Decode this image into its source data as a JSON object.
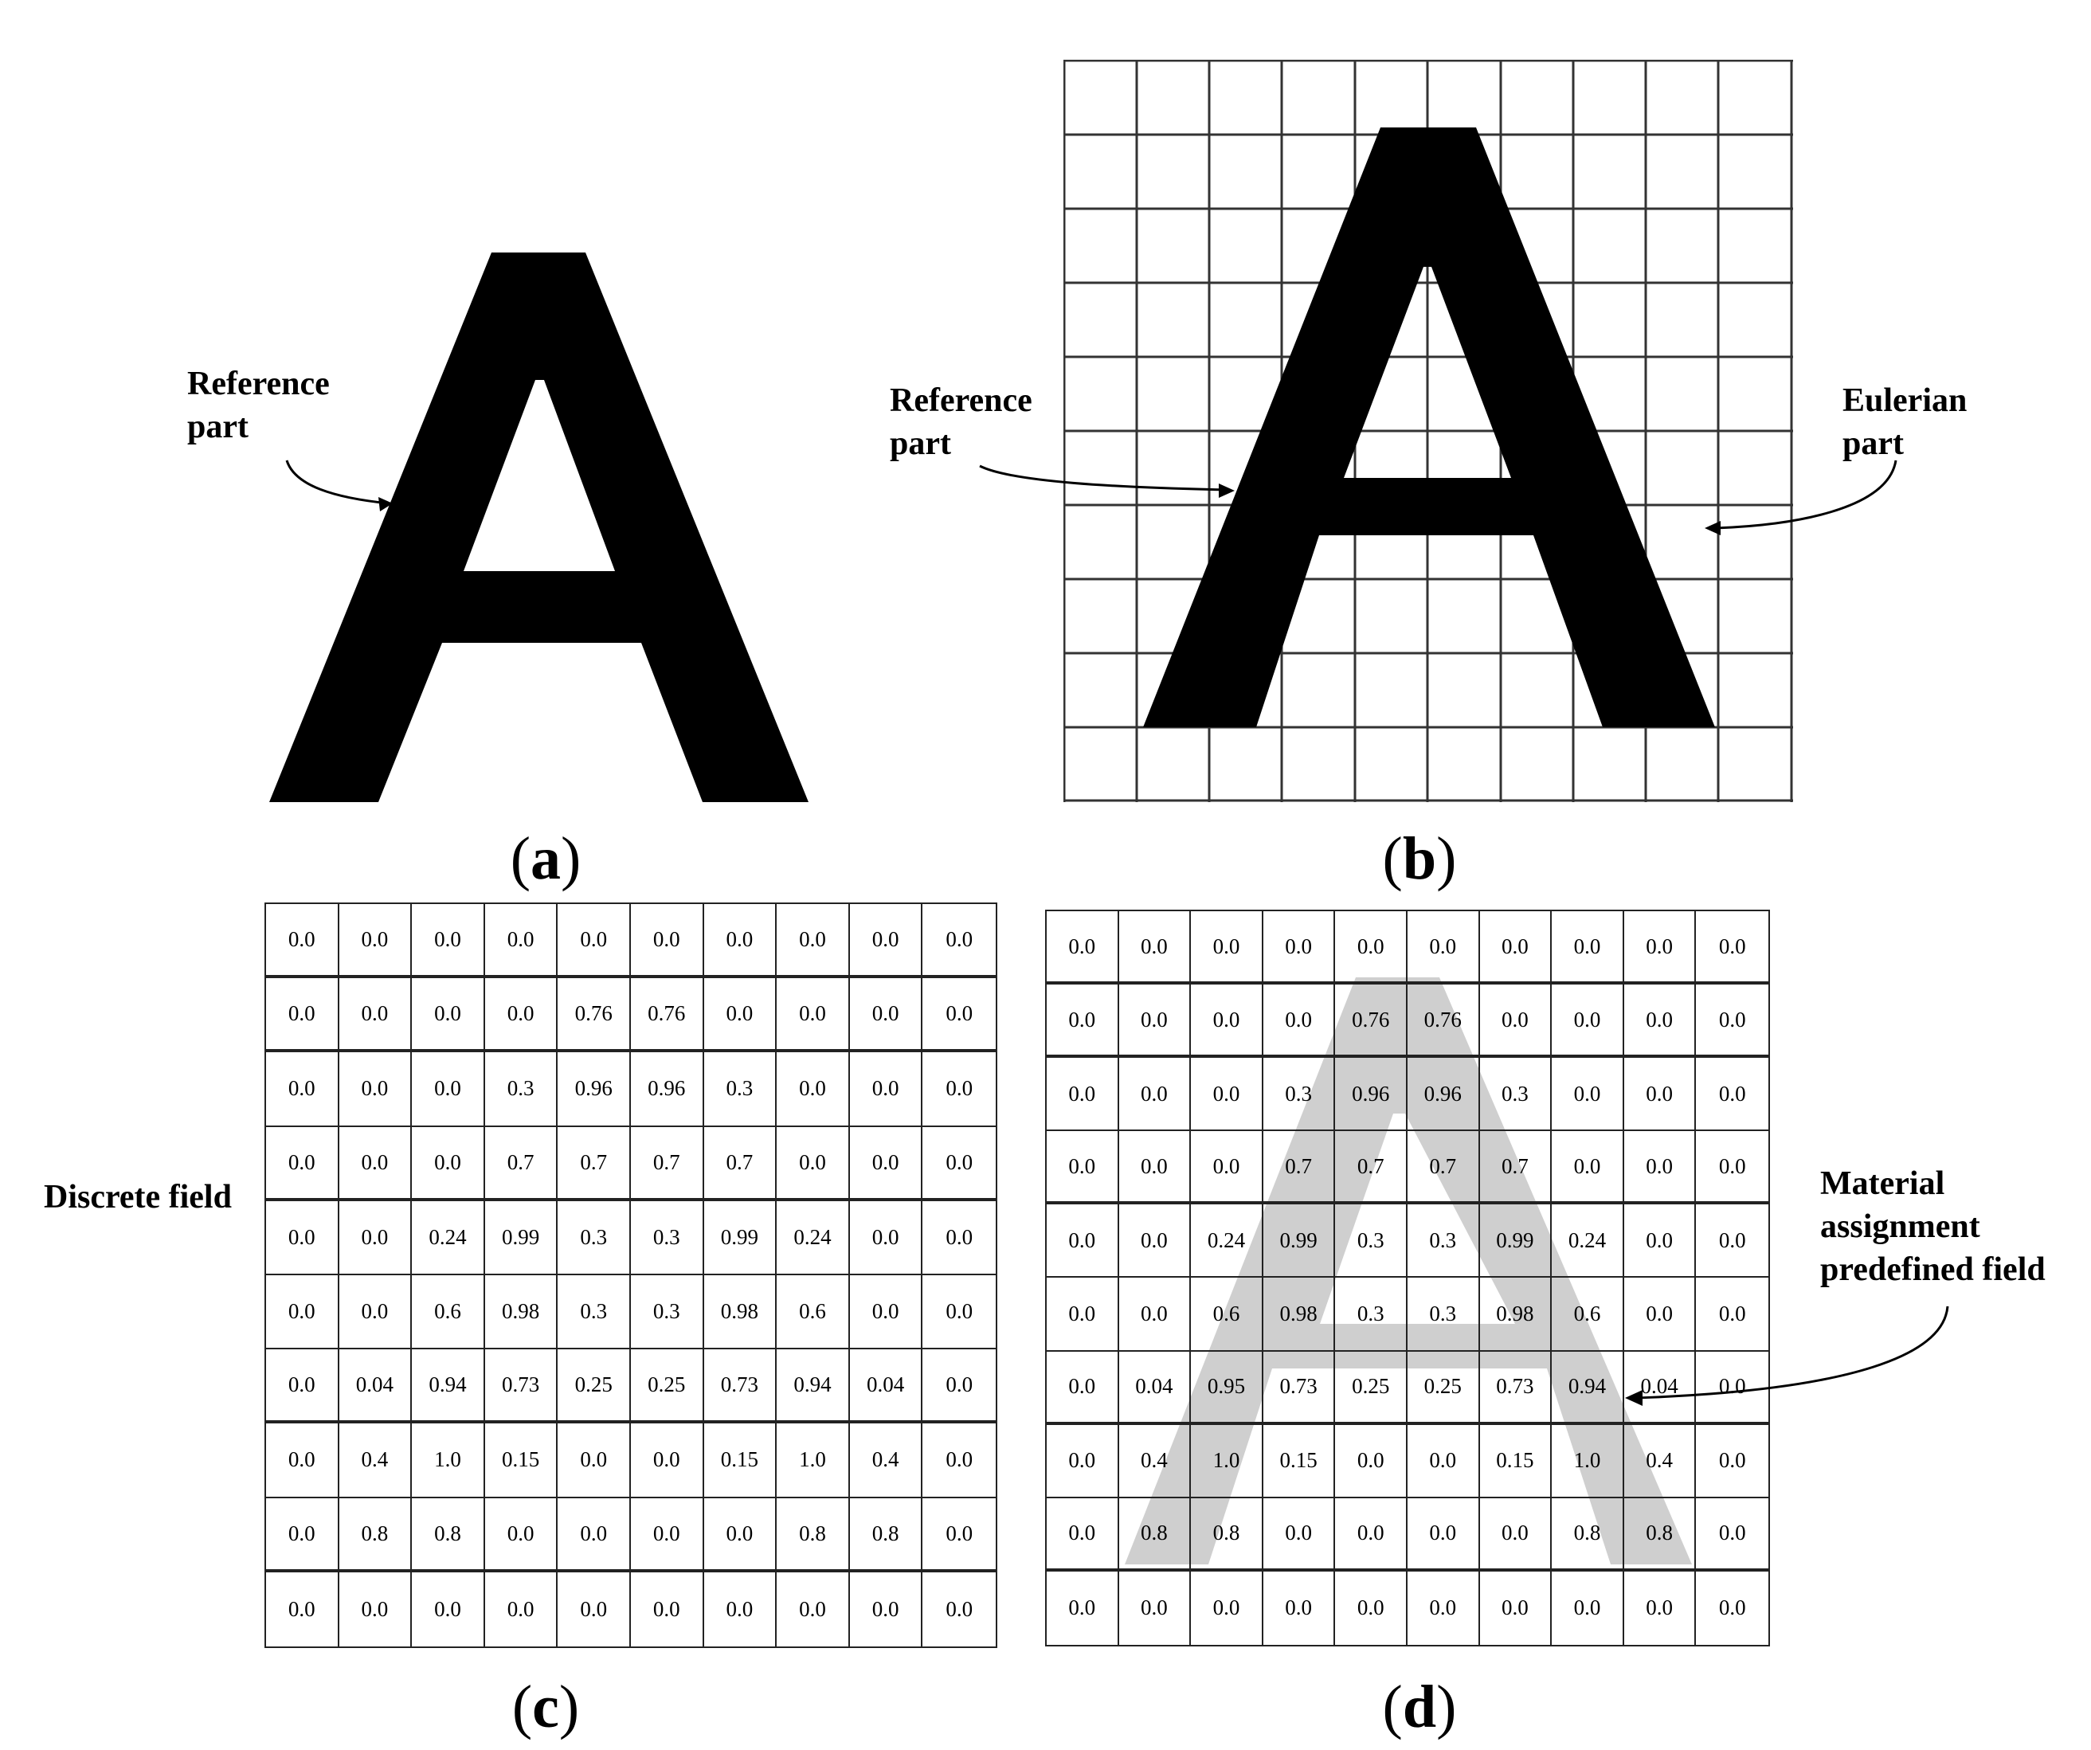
{
  "panels": {
    "a": {
      "caption": "a",
      "letter": "A",
      "annotation": {
        "line1": "Reference",
        "line2": "part"
      }
    },
    "b": {
      "caption": "b",
      "letter": "A",
      "grid_size": [
        10,
        10
      ],
      "annotation_left": {
        "line1": "Reference",
        "line2": "part"
      },
      "annotation_right": {
        "line1": "Eulerian",
        "line2": "part"
      }
    },
    "c": {
      "caption": "c",
      "side_label": "Discrete field",
      "values": [
        [
          "0.0",
          "0.0",
          "0.0",
          "0.0",
          "0.0",
          "0.0",
          "0.0",
          "0.0",
          "0.0",
          "0.0"
        ],
        [
          "0.0",
          "0.0",
          "0.0",
          "0.0",
          "0.76",
          "0.76",
          "0.0",
          "0.0",
          "0.0",
          "0.0"
        ],
        [
          "0.0",
          "0.0",
          "0.0",
          "0.3",
          "0.96",
          "0.96",
          "0.3",
          "0.0",
          "0.0",
          "0.0"
        ],
        [
          "0.0",
          "0.0",
          "0.0",
          "0.7",
          "0.7",
          "0.7",
          "0.7",
          "0.0",
          "0.0",
          "0.0"
        ],
        [
          "0.0",
          "0.0",
          "0.24",
          "0.99",
          "0.3",
          "0.3",
          "0.99",
          "0.24",
          "0.0",
          "0.0"
        ],
        [
          "0.0",
          "0.0",
          "0.6",
          "0.98",
          "0.3",
          "0.3",
          "0.98",
          "0.6",
          "0.0",
          "0.0"
        ],
        [
          "0.0",
          "0.04",
          "0.94",
          "0.73",
          "0.25",
          "0.25",
          "0.73",
          "0.94",
          "0.04",
          "0.0"
        ],
        [
          "0.0",
          "0.4",
          "1.0",
          "0.15",
          "0.0",
          "0.0",
          "0.15",
          "1.0",
          "0.4",
          "0.0"
        ],
        [
          "0.0",
          "0.8",
          "0.8",
          "0.0",
          "0.0",
          "0.0",
          "0.0",
          "0.8",
          "0.8",
          "0.0"
        ],
        [
          "0.0",
          "0.0",
          "0.0",
          "0.0",
          "0.0",
          "0.0",
          "0.0",
          "0.0",
          "0.0",
          "0.0"
        ]
      ]
    },
    "d": {
      "caption": "d",
      "annotation": {
        "line1": "Material",
        "line2": "assignment",
        "line3": "predefined field"
      },
      "overlay_color": "#cfcfcf",
      "values": [
        [
          "0.0",
          "0.0",
          "0.0",
          "0.0",
          "0.0",
          "0.0",
          "0.0",
          "0.0",
          "0.0",
          "0.0"
        ],
        [
          "0.0",
          "0.0",
          "0.0",
          "0.0",
          "0.76",
          "0.76",
          "0.0",
          "0.0",
          "0.0",
          "0.0"
        ],
        [
          "0.0",
          "0.0",
          "0.0",
          "0.3",
          "0.96",
          "0.96",
          "0.3",
          "0.0",
          "0.0",
          "0.0"
        ],
        [
          "0.0",
          "0.0",
          "0.0",
          "0.7",
          "0.7",
          "0.7",
          "0.7",
          "0.0",
          "0.0",
          "0.0"
        ],
        [
          "0.0",
          "0.0",
          "0.24",
          "0.99",
          "0.3",
          "0.3",
          "0.99",
          "0.24",
          "0.0",
          "0.0"
        ],
        [
          "0.0",
          "0.0",
          "0.6",
          "0.98",
          "0.3",
          "0.3",
          "0.98",
          "0.6",
          "0.0",
          "0.0"
        ],
        [
          "0.0",
          "0.04",
          "0.95",
          "0.73",
          "0.25",
          "0.25",
          "0.73",
          "0.94",
          "0.04",
          "0.0"
        ],
        [
          "0.0",
          "0.4",
          "1.0",
          "0.15",
          "0.0",
          "0.0",
          "0.15",
          "1.0",
          "0.4",
          "0.0"
        ],
        [
          "0.0",
          "0.8",
          "0.8",
          "0.0",
          "0.0",
          "0.0",
          "0.0",
          "0.8",
          "0.8",
          "0.0"
        ],
        [
          "0.0",
          "0.0",
          "0.0",
          "0.0",
          "0.0",
          "0.0",
          "0.0",
          "0.0",
          "0.0",
          "0.0"
        ]
      ]
    }
  }
}
